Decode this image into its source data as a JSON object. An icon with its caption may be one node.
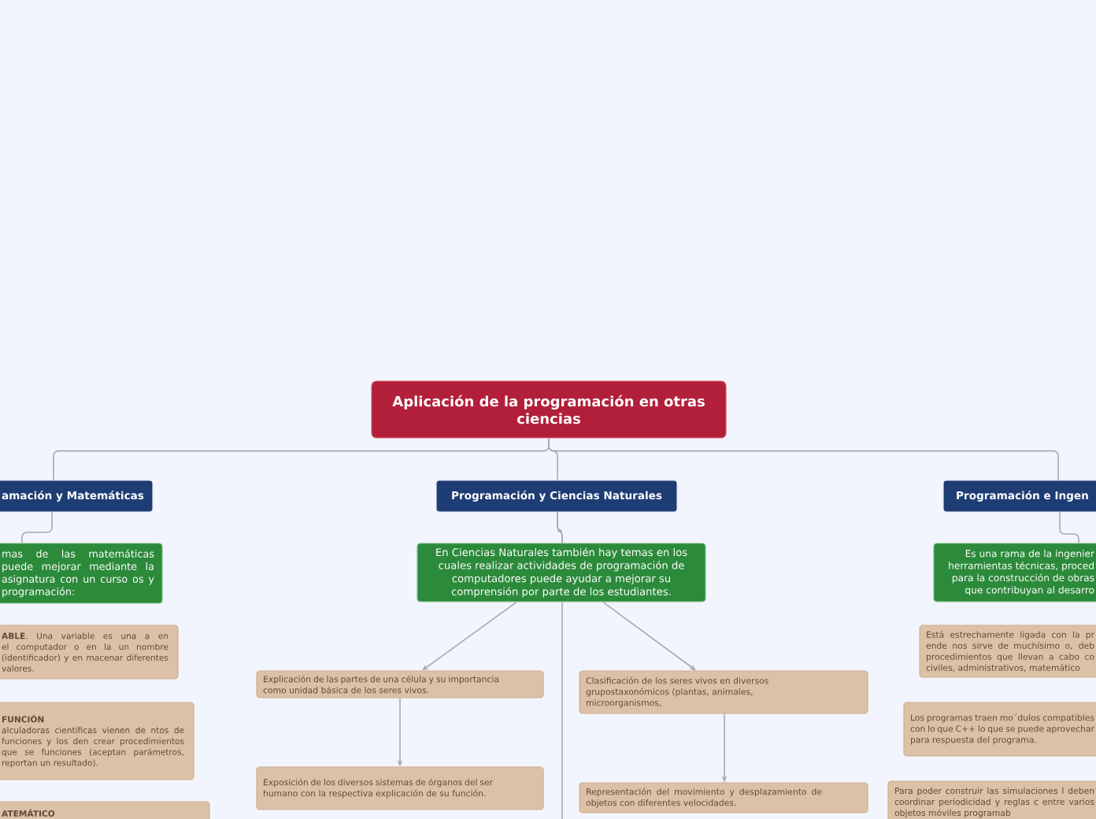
{
  "diagram": {
    "nodes": [
      {
        "text": [
          "Aplicación de la programación en otras ciencias"
        ]
      },
      {
        "text": [
          "amación y Matemáticas"
        ]
      },
      {
        "text": [
          "Programación y Ciencias Naturales"
        ]
      },
      {
        "text": [
          "Programación e Ingen"
        ]
      },
      {
        "text": [
          "mas de las matemáticas puede mejorar mediante la asignatura con un curso os y programación:"
        ]
      },
      {
        "text": [
          "**ABLE**. Una variable es una a en el computador o en la un nombre (identificador) y en macenar diferentes valores."
        ]
      },
      {
        "text": [
          "FUNCIÓN",
          "alculadoras científicas vienen de ntos de funciones y los den crear procedimientos que se funciones (aceptan parámetros, reportan un resultado)."
        ]
      },
      {
        "text": [
          "ATEMÁTICO"
        ]
      },
      {
        "text": [
          "En Ciencias Naturales también hay temas en los cuales realizar actividades de programación de computadores puede ayudar a mejorar su comprensión por parte de los estudiantes."
        ]
      },
      {
        "text": [
          "Explicación de las partes de una célula y su importancia como unidad básica de los seres vivos."
        ]
      },
      {
        "text": [
          "Clasificación de los seres vivos en diversos grupostaxonómicos (plantas, animales, microorganismos,"
        ]
      },
      {
        "text": [
          "Exposición de los diversos sistemas de órganos del ser humano con la respectiva explicación de su función."
        ]
      },
      {
        "text": [
          "Representación del movimiento y desplazamiento de objetos con diferentes velocidades."
        ]
      },
      {
        "text": [
          "Es una rama de la ingenier herramientas técnicas, proced para la construcción de obras que contribuyan al desarro"
        ]
      },
      {
        "text": [
          "Está estrechamente ligada con la pr ende nos sirve de muchísimo o, deb procedimientos que llevan a cabo co civiles, administrativos, matemático"
        ]
      },
      {
        "text": [
          "Los programas traen mo´dulos compatibles con lo que C++ lo que se puede aprovechar para respuesta del programa."
        ]
      },
      {
        "text": [
          "Para poder construir las simulaciones l deben coordinar periodicidad y reglas c entre varios objetos móviles programab"
        ]
      }
    ],
    "edges": [
      {
        "from": 0,
        "to": 1,
        "arrow": "none"
      },
      {
        "from": 0,
        "to": 2,
        "arrow": "none"
      },
      {
        "from": 0,
        "to": 3,
        "arrow": "none"
      },
      {
        "from": 1,
        "to": 4,
        "arrow": "none"
      },
      {
        "from": 2,
        "to": 8,
        "arrow": "none"
      },
      {
        "from": 2,
        "to": null,
        "arrow": "none"
      },
      {
        "from": 3,
        "to": 13,
        "arrow": "none"
      },
      {
        "from": 8,
        "to": 9,
        "arrow": "to"
      },
      {
        "from": 8,
        "to": 10,
        "arrow": "to"
      },
      {
        "from": 9,
        "to": 11,
        "arrow": "to"
      },
      {
        "from": 10,
        "to": 12,
        "arrow": "to"
      }
    ]
  }
}
